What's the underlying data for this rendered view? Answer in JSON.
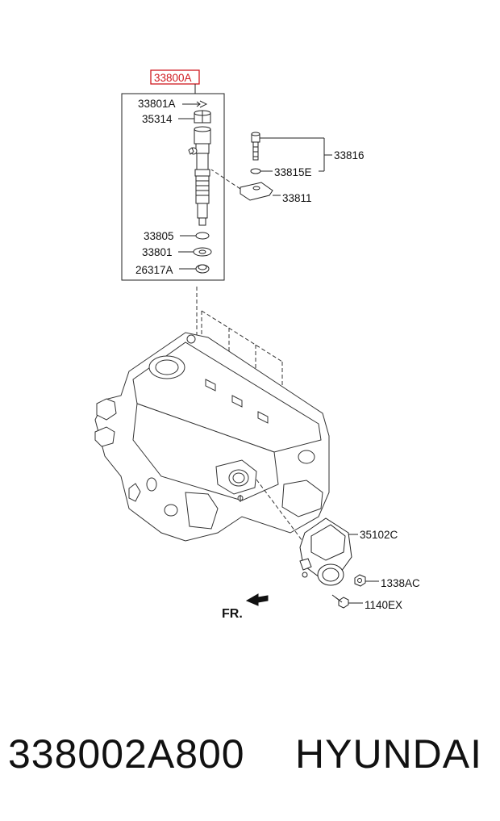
{
  "diagram": {
    "assembly_label": "33800A",
    "assembly_label_color": "#d0191f",
    "callouts": {
      "c33801a": "33801A",
      "c35314": "35314",
      "c33805": "33805",
      "c33801": "33801",
      "c26317a": "26317A",
      "c33816": "33816",
      "c33815e": "33815E",
      "c33811": "33811",
      "c35102c": "35102C",
      "c1338ac": "1338AC",
      "c1140ex": "1140EX"
    },
    "direction_label": "FR."
  },
  "footer": {
    "part_number": "338002A800",
    "brand": "HYUNDAI"
  }
}
